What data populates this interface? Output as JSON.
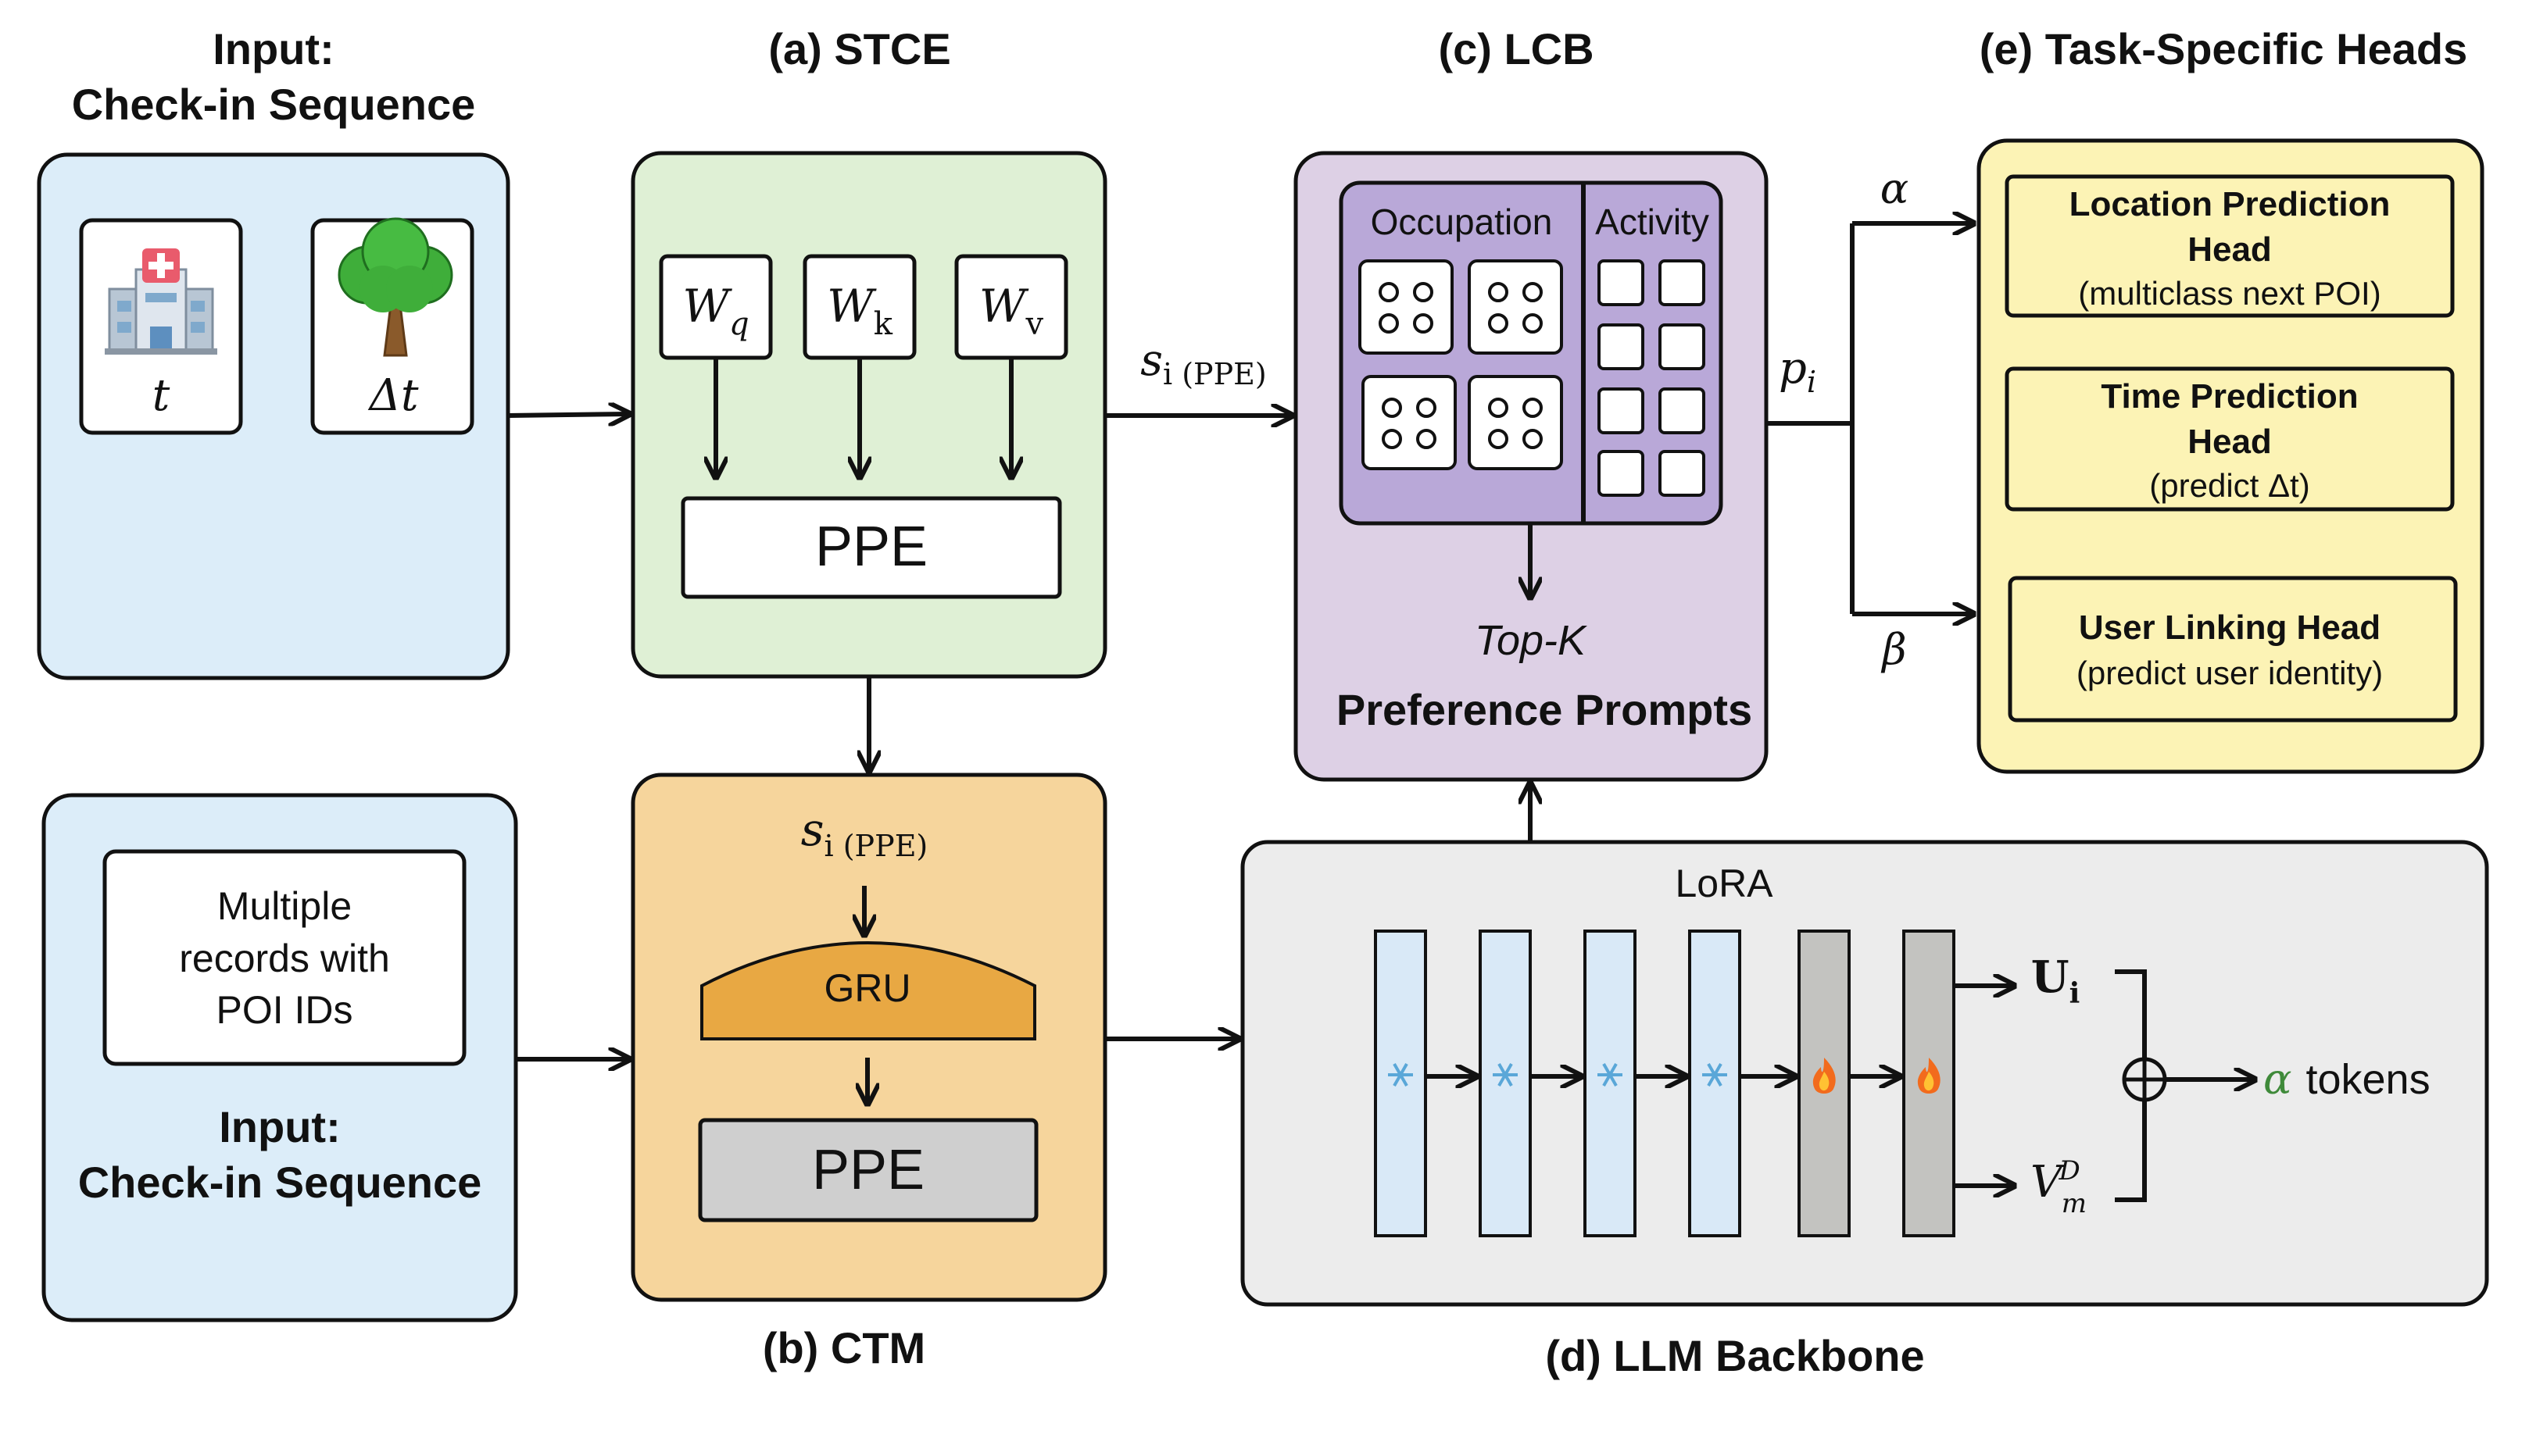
{
  "titles": {
    "input_top": [
      "Input:",
      "Check-in Sequence"
    ],
    "stce": "(a) STCE",
    "lcb": "(c) LCB",
    "heads": "(e) Task-Specific Heads",
    "ctm": "(b) CTM",
    "llm": "(d) LLM Backbone",
    "input_bottom": [
      "Input:",
      "Check-in Sequence"
    ]
  },
  "input_top": {
    "t_label": "t",
    "dt_label": "Δt",
    "icons": [
      "hospital-icon",
      "tree-icon"
    ]
  },
  "input_bottom": {
    "records_lines": [
      "Multiple",
      "records with",
      "POI IDs"
    ]
  },
  "stce": {
    "wq": "W",
    "wq_sub": "q",
    "wk": "W",
    "wk_sub": "k",
    "wv": "W",
    "wv_sub": "v",
    "ppe": "PPE"
  },
  "ctm": {
    "s_label": "s",
    "s_sub": "i (PPE)",
    "gru": "GRU",
    "ppe": "PPE"
  },
  "lcb": {
    "occupation": "Occupation",
    "activity": "Activity",
    "topk": "Top-K",
    "prompts": "Preference Prompts"
  },
  "edges": {
    "s_ppe": "s",
    "s_ppe_sub": "i (PPE)",
    "p_i": "p",
    "p_i_sub": "i",
    "alpha": "α",
    "beta": "β"
  },
  "llm": {
    "lora": "LoRA",
    "u_label": "U",
    "u_sub": "i",
    "v_label": "V",
    "v_sub": "m",
    "v_sup": "D",
    "alpha_sym": "α",
    "tokens": "tokens",
    "layer_icons": [
      "snowflake-icon",
      "snowflake-icon",
      "snowflake-icon",
      "snowflake-icon",
      "fire-icon",
      "fire-icon"
    ]
  },
  "heads": {
    "location": [
      "Location Prediction",
      "Head",
      "(multiclass next POI)"
    ],
    "time": [
      "Time Prediction",
      "Head",
      "(predict Δt)"
    ],
    "user": [
      "User Linking Head",
      "(predict user identity)"
    ]
  },
  "colors": {
    "input_blue": "#dcedf9",
    "stce_green": "#dff0d5",
    "ctm_orange": "#f6d59c",
    "gru_orange": "#e8a843",
    "ppe_gray": "#cfcfcf",
    "lcb_purple": "#ddd0e5",
    "lcb_inner": "#b9a8d8",
    "llm_gray": "#ececec",
    "layer_blue": "#d9e9f7",
    "layer_gray": "#c3c3c0",
    "heads_yellow": "#fcf3b5",
    "alpha_green": "#3f8a3a"
  }
}
